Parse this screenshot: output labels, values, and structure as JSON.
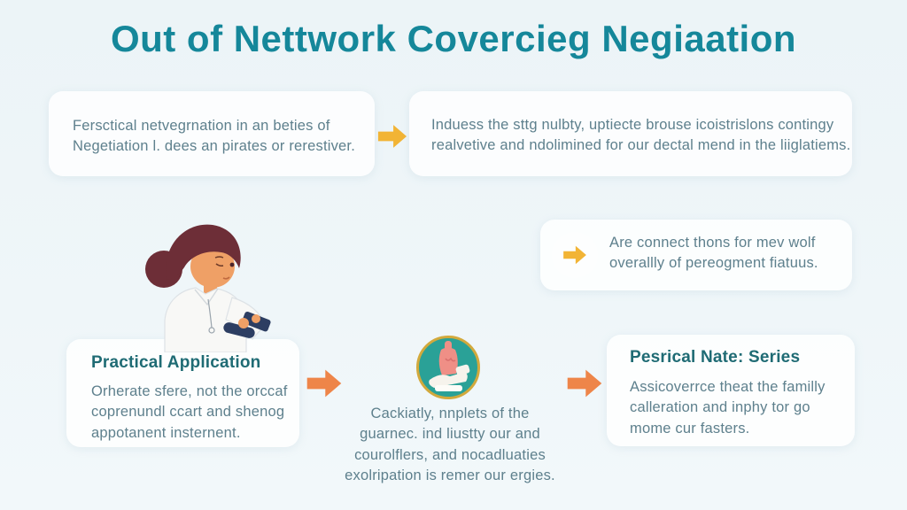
{
  "title": "Out of Nettwork Covercieg Negiaation",
  "colors": {
    "background": "#edf5f8",
    "title_teal": "#15879a",
    "heading_teal": "#1f6b74",
    "body_text": "#5e808d",
    "card_white": "#fcfdfe",
    "yellow_arrow": "#f2b435",
    "orange_arrow": "#ee8549",
    "icon_circle_teal": "#2aa197",
    "icon_ring_gold": "#d2a93c",
    "icon_pink": "#ef8f86",
    "hair_maroon": "#6d2e37",
    "skin_tan": "#efa066",
    "phone_navy": "#2d3e62"
  },
  "top_left_note": {
    "lines": [
      "Fersctical netvegrnation in an beties of",
      "Negetiation l. dees an pirates or rerestiver."
    ]
  },
  "top_right_note": {
    "lines": [
      "Induess the sttg nulbty, uptiecte brouse icoistrislons contingy",
      "realvetive and ndolimined for our dectal mend in the liiglatiems."
    ]
  },
  "middle_right_note": {
    "lines": [
      "Are connect thons for mev wolf",
      "overallly of pereogment fiatuus."
    ]
  },
  "bottom_left_card": {
    "heading": "Practical Application",
    "lines": [
      "Orherate sfere, not the orccaf",
      "coprenundl ccart and shenog",
      "appotanent insternent."
    ]
  },
  "center_note": {
    "lines": [
      "Cackiatly, nnplets of the",
      "guarnec. ind liustty our and",
      "courolflers, and nocadluaties",
      "exolripation is remer our ergies."
    ]
  },
  "bottom_right_card": {
    "heading": "Pesrical Nate: Series",
    "lines": [
      "Assicoverrce theat the familly",
      "calleration and inphy tor go",
      "mome cur fasters."
    ]
  },
  "icons": {
    "yellow_arrow": "right-arrow",
    "orange_arrow": "right-arrow",
    "center_badge": "tooth-figure-badge",
    "illustration": "woman-looking-at-phone"
  }
}
